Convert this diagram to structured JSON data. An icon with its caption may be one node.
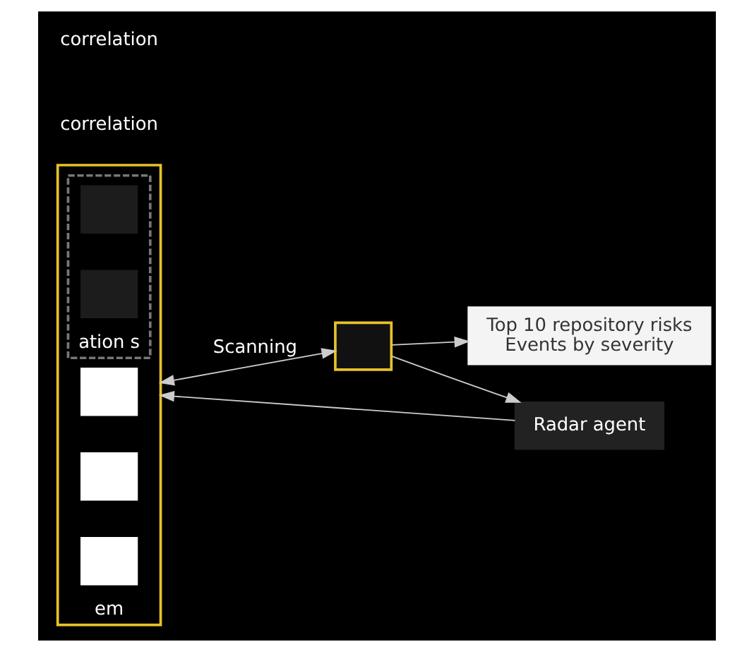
{
  "diagram": {
    "nodes": [
      {
        "text": [
          "em"
        ]
      },
      {
        "text": [],
        "shape": "box",
        "in": 0
      },
      {
        "text": [],
        "shape": "box",
        "in": 0
      },
      {
        "text": [],
        "shape": "box",
        "in": 0
      },
      {
        "text": [
          "ation s"
        ],
        "in": 0
      },
      {
        "text": [],
        "shape": "box",
        "in": 4
      },
      {
        "text": [],
        "shape": "box",
        "in": 4
      },
      {
        "text": [],
        "shape": "box"
      },
      {
        "text": [
          "Radar agent"
        ]
      },
      {
        "text": [
          "Top 10 repository risks",
          "Events by severity"
        ]
      }
    ],
    "edges": [
      {
        "from": 0,
        "to": 7,
        "arrow": "both",
        "label": "Scanning"
      },
      {
        "from": 7,
        "to": 9,
        "arrow": "to"
      },
      {
        "from": 7,
        "to": 8,
        "arrow": "to"
      },
      {
        "from": 8,
        "to": 0,
        "arrow": "to"
      }
    ],
    "labels": [
      "correlation",
      "correlation"
    ]
  }
}
